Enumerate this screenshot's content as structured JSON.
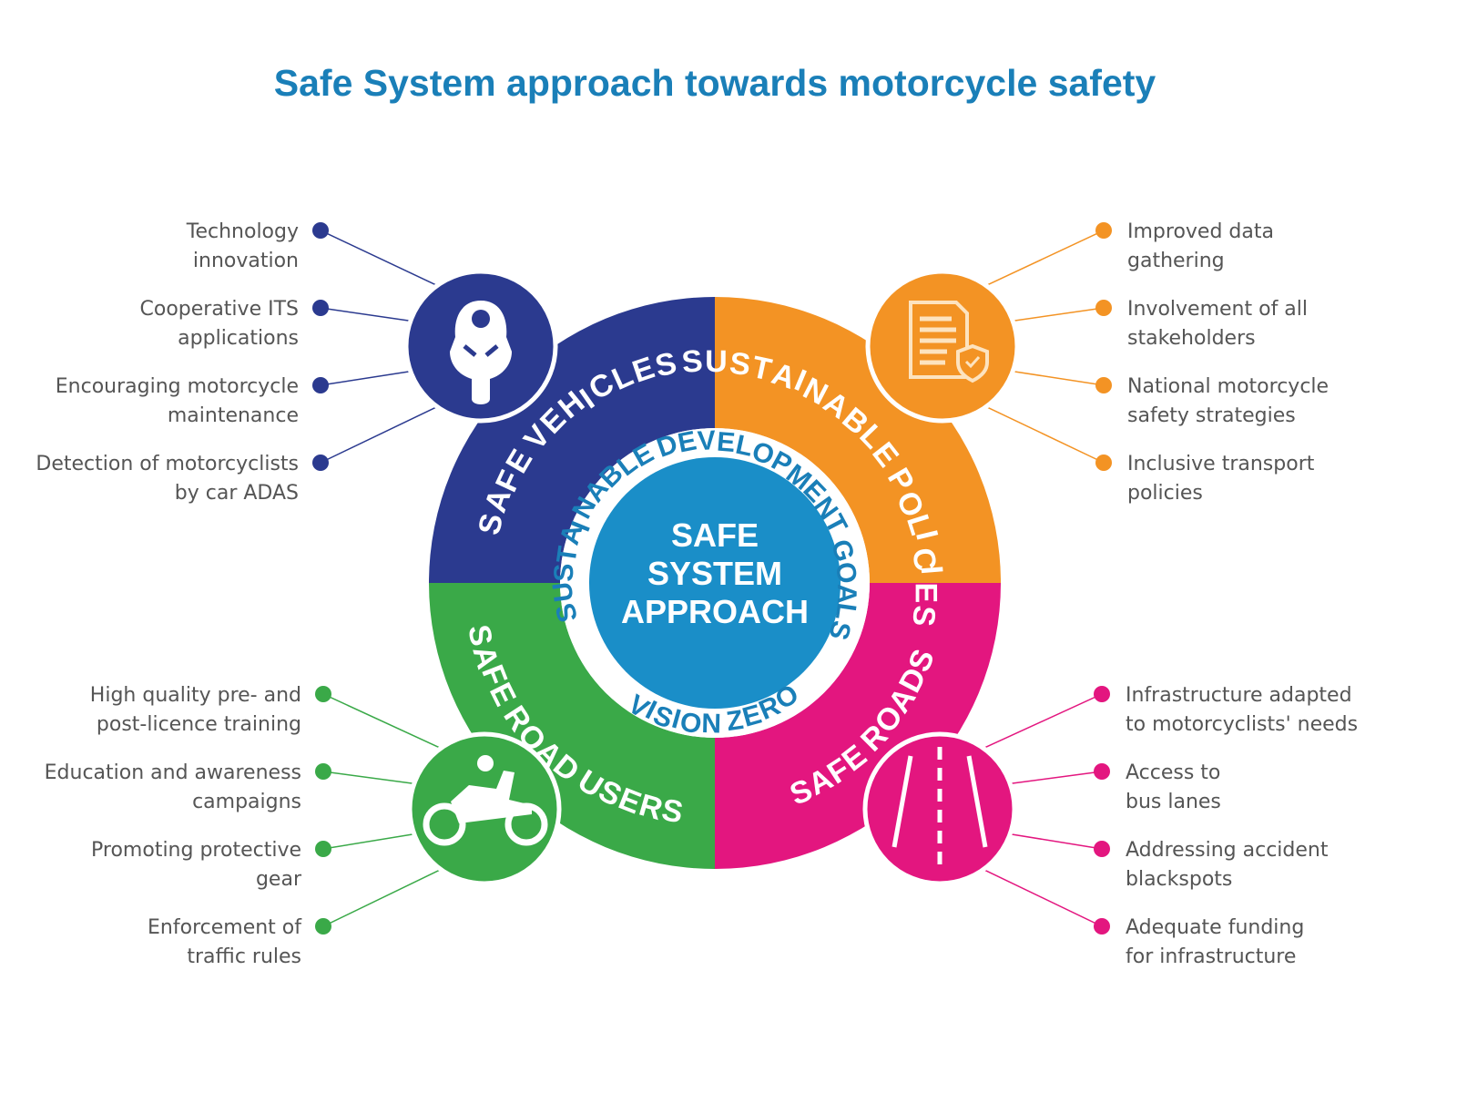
{
  "title": "Safe System approach towards motorcycle safety",
  "center": {
    "lines": [
      "SAFE",
      "SYSTEM",
      "APPROACH"
    ]
  },
  "inner_ring": {
    "top": "SUSTAINABLE DEVELOPMENT GOALS",
    "bottom": "VISION ZERO"
  },
  "colors": {
    "vehicles": "#2b3a8f",
    "policies": "#f39324",
    "users": "#3aa948",
    "roads": "#e3167f",
    "center": "#1a8ec8",
    "title": "#1a7fb8"
  },
  "pillars": {
    "vehicles": {
      "label": "SAFE VEHICLES",
      "icon": "motorcycle-front-icon",
      "items": [
        [
          "Technology",
          "innovation"
        ],
        [
          "Cooperative ITS",
          "applications"
        ],
        [
          "Encouraging motorcycle",
          "maintenance"
        ],
        [
          "Detection of motorcyclists",
          "by car ADAS"
        ]
      ]
    },
    "policies": {
      "label": "SUSTAINABLE POLICIES",
      "icon": "policy-document-icon",
      "items": [
        [
          "Improved data",
          "gathering"
        ],
        [
          "Involvement of all",
          "stakeholders"
        ],
        [
          "National motorcycle",
          "safety strategies"
        ],
        [
          "Inclusive transport",
          "policies"
        ]
      ]
    },
    "users": {
      "label": "SAFE ROAD USERS",
      "icon": "motorcyclist-icon",
      "items": [
        [
          "High quality pre- and",
          "post-licence training"
        ],
        [
          "Education and awareness",
          "campaigns"
        ],
        [
          "Promoting protective",
          "gear"
        ],
        [
          "Enforcement of",
          "traffic rules"
        ]
      ]
    },
    "roads": {
      "label": "SAFE ROADS",
      "icon": "road-icon",
      "items": [
        [
          "Infrastructure adapted",
          "to motorcyclists' needs"
        ],
        [
          "Access to",
          "bus lanes"
        ],
        [
          "Addressing accident",
          "blackspots"
        ],
        [
          "Adequate funding",
          "for infrastructure"
        ]
      ]
    }
  }
}
